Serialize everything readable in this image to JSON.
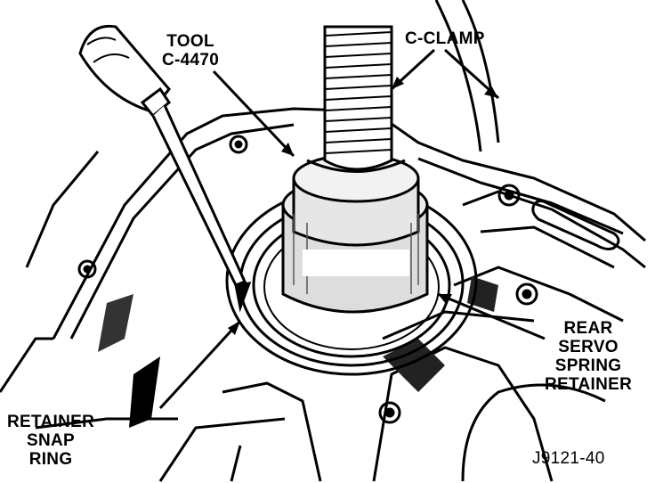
{
  "labels": {
    "tool": [
      "TOOL",
      "C-4470"
    ],
    "c_clamp": "C-CLAMP",
    "rear_servo": [
      "REAR",
      "SERVO",
      "SPRING",
      "RETAINER"
    ],
    "retainer_snap": [
      "RETAINER",
      "SNAP",
      "RING"
    ],
    "figure_id": "J9121-40"
  },
  "colors": {
    "ink": "#000000",
    "paper": "#ffffff"
  }
}
